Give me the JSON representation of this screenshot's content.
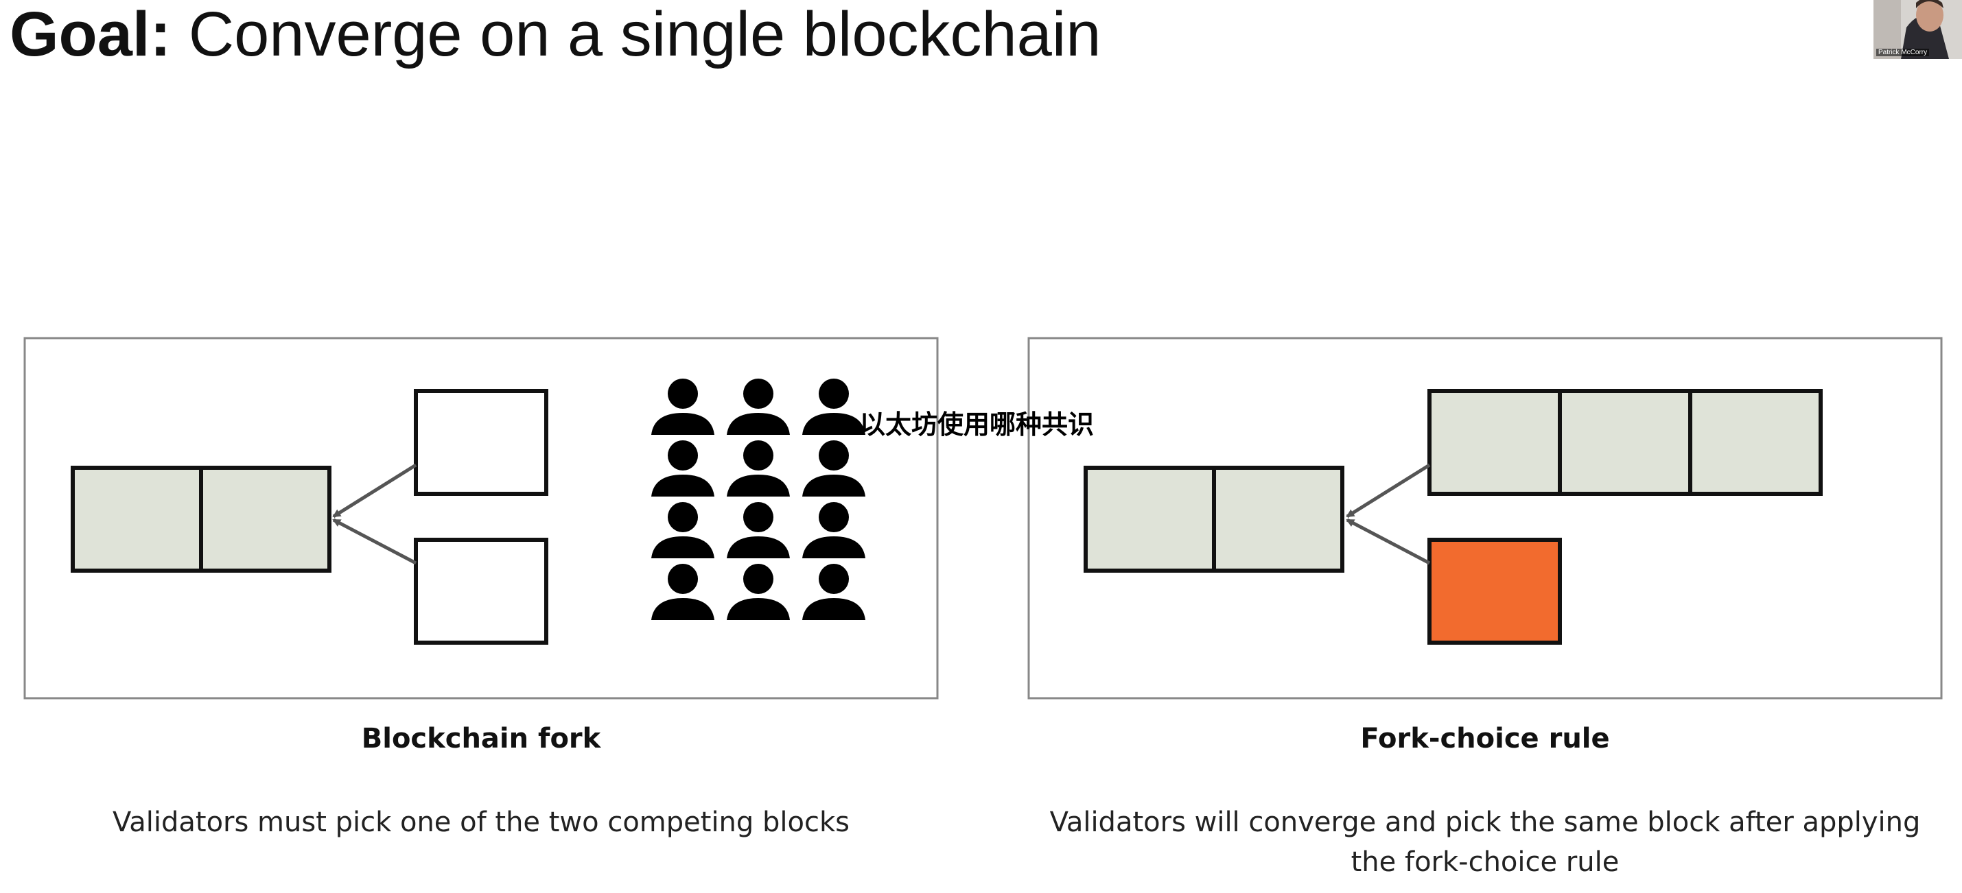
{
  "title": {
    "bold_part": "Goal:",
    "rest": "Converge on a single blockchain"
  },
  "webcam": {
    "presenter_name": "Patrick McCorry"
  },
  "left_panel": {
    "caption_title": "Blockchain fork",
    "caption_text": "Validators must pick one of the two competing blocks"
  },
  "right_panel": {
    "caption_title": "Fork-choice rule",
    "caption_text": "Validators will converge and pick the same block after applying the fork-choice rule"
  },
  "watermark": "以太坊使用哪种共识",
  "colors": {
    "confirmed_block": "#dfe3d8",
    "orphan_block": "#f26b2e",
    "outline": "#111111",
    "arrow": "#555555",
    "panel_border": "#888888"
  },
  "icons": {
    "validator": "person-icon"
  }
}
